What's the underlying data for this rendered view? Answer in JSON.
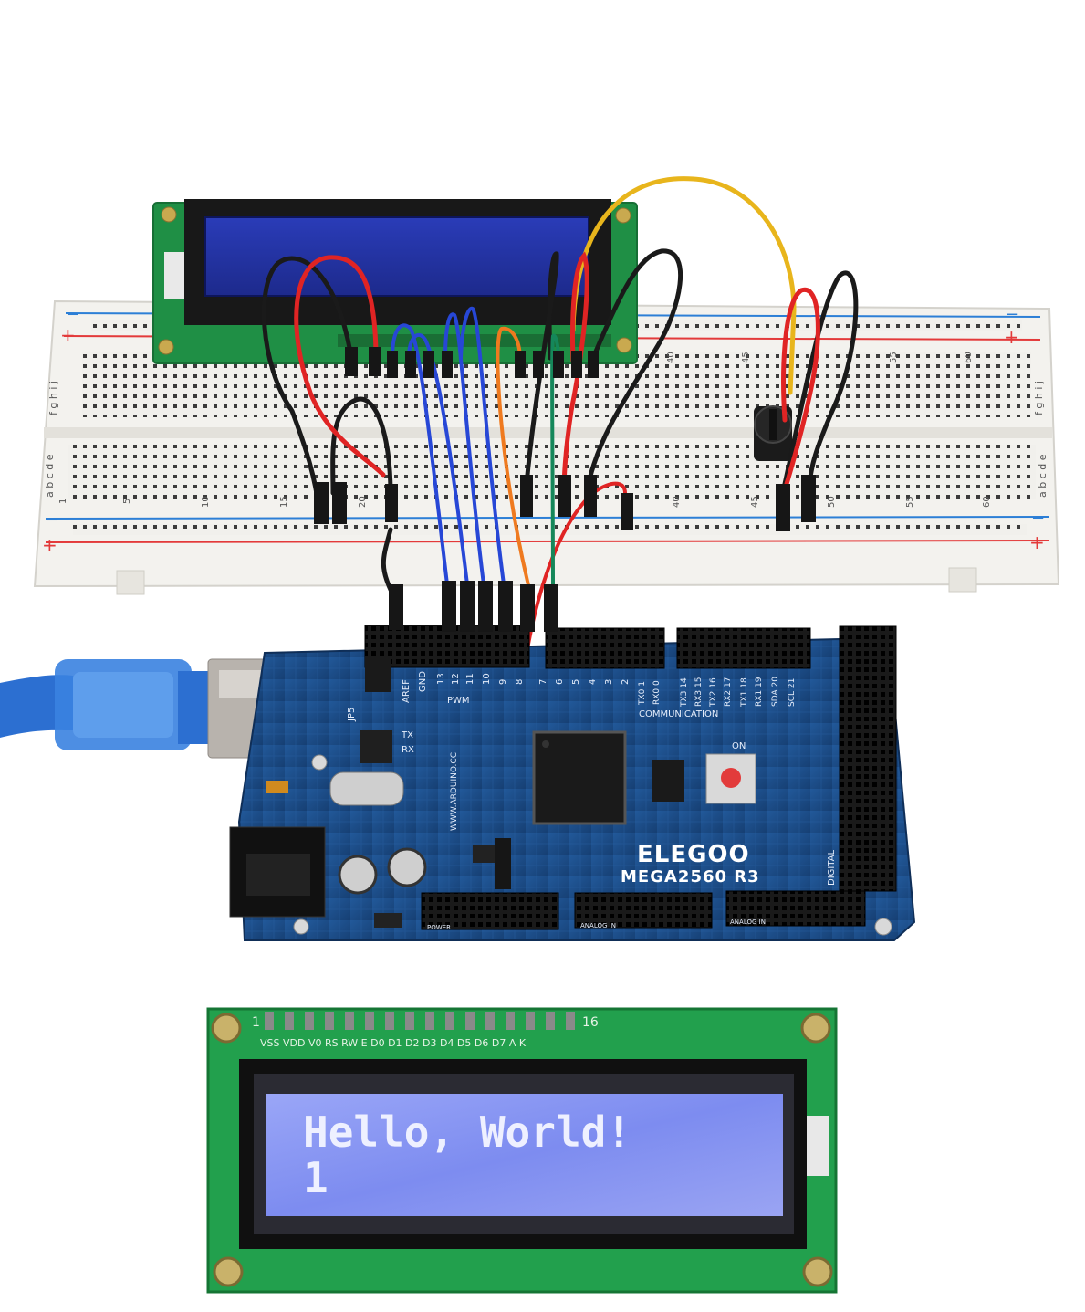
{
  "colors": {
    "background": "#ffffff",
    "breadboard": "#f1f0ec",
    "lcd_pcb": "#1f9a4a",
    "lcd_backlight": "#7e8df0",
    "board": "#1d4f8c",
    "wire_red": "#e02424",
    "wire_black": "#1a1a1a",
    "wire_blue": "#2747d6",
    "wire_orange": "#ef7a1f",
    "wire_green": "#15875a",
    "wire_yellow": "#e8b51c",
    "usb_cable": "#2c6fd1"
  },
  "board": {
    "brand": "ELEGOO",
    "model": "MEGA2560 R3",
    "header_labels": {
      "aref": "AREF",
      "gnd": "GND",
      "pwm": "PWM",
      "communication": "COMMUNICATION",
      "digital": "DIGITAL",
      "power": "POWER",
      "analog_in": "ANALOG IN",
      "tx": "TX",
      "rx": "RX",
      "on": "ON",
      "jp5": "JP5"
    },
    "pwm_pins": [
      "13",
      "12",
      "11",
      "10",
      "9",
      "8",
      "7",
      "6",
      "5",
      "4",
      "3",
      "2"
    ],
    "comm_pins": [
      "TX0 1",
      "RX0 0",
      "TX3 14",
      "RX3 15",
      "TX2 16",
      "RX2 17",
      "TX1 18",
      "RX1 19",
      "SDA 20",
      "SCL 21"
    ],
    "website": "WWW.ARDUINO.CC"
  },
  "breadboard": {
    "plus": "+",
    "minus": "−",
    "row_letters_top": "f g h i j",
    "row_letters_bottom": "a b c d e",
    "column_numbers": [
      "1",
      "5",
      "10",
      "15",
      "20",
      "40",
      "45",
      "50",
      "55",
      "60"
    ]
  },
  "lcd_module": {
    "pin_labels": "VSS VDD V0 RS RW E D0 D1 D2 D3 D4 D5 D6 D7 A K",
    "pin_start": "1",
    "pin_end": "16",
    "line1": "Hello, World!",
    "line2": "1"
  }
}
